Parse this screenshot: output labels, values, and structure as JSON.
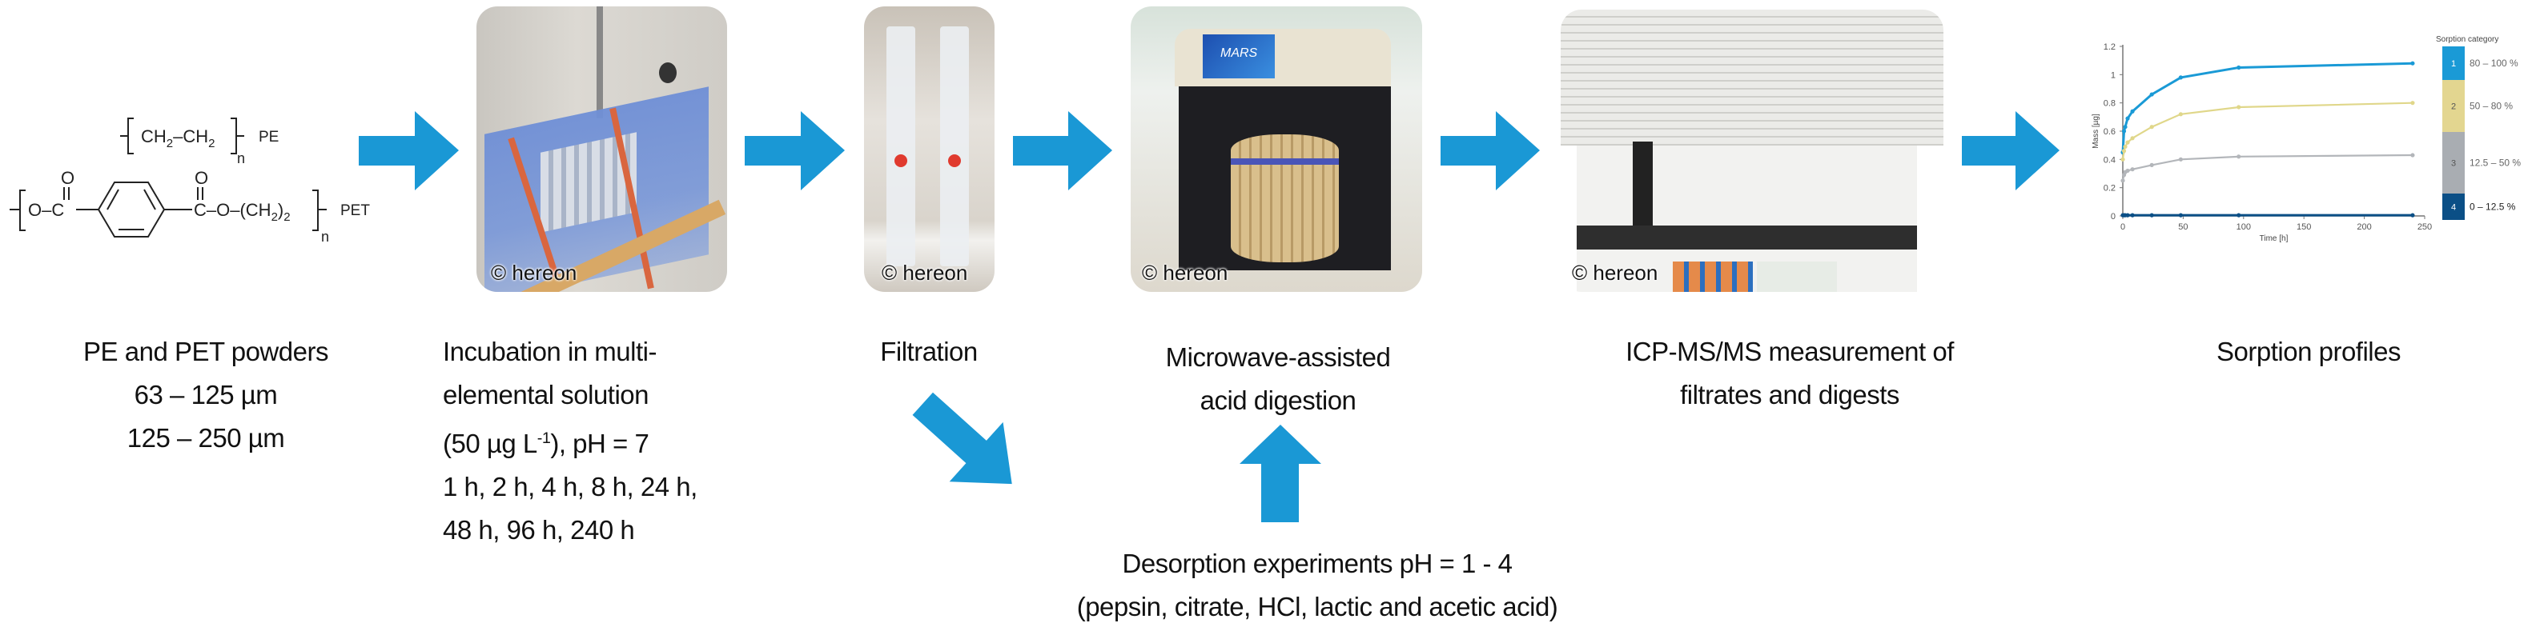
{
  "colors": {
    "arrow": "#1a98d5",
    "cat1": "#1a9ad6",
    "cat2": "#e3d690",
    "cat3": "#a9adb2",
    "cat4": "#0b4f86"
  },
  "chemistry": {
    "pe": {
      "ch_a": "CH",
      "sub_a": "2",
      "ch_b": "–CH",
      "sub_b": "2",
      "n": "n",
      "label": "PE"
    },
    "pet": {
      "o_left": "O–C",
      "carbonyl_o_1": "O",
      "c_right": "C–O–(CH",
      "sub_1": "2",
      "close": ")",
      "sub_2": "2",
      "carbonyl_o_2": "O",
      "n": "n",
      "label": "PET"
    }
  },
  "photos": [
    {
      "name": "incubation-photo",
      "credit": "© hereon"
    },
    {
      "name": "filtration-photo",
      "credit": "© hereon"
    },
    {
      "name": "microwave-photo",
      "credit": "© hereon",
      "screen_text": "MARS"
    },
    {
      "name": "icp-ms-photo",
      "credit": "© hereon"
    }
  ],
  "steps": {
    "powders": [
      "PE and PET powders",
      "63 – 125 µm",
      "125 – 250 µm"
    ],
    "incubation": [
      "Incubation in multi-",
      "elemental solution",
      "(50 µg L",
      "-1",
      "), pH = 7",
      "1 h, 2 h, 4 h, 8 h, 24 h,",
      "48 h, 96 h, 240 h"
    ],
    "filtration": [
      "Filtration"
    ],
    "digestion": [
      "Microwave-assisted",
      "acid digestion"
    ],
    "icp": [
      "ICP-MS/MS measurement of",
      "filtrates and digests"
    ],
    "sorption": [
      "Sorption profiles"
    ],
    "desorption": [
      "Desorption experiments pH = 1 - 4",
      "(pepsin, citrate, HCl, lactic and acetic acid)"
    ]
  },
  "chart_data": {
    "type": "line",
    "title": "",
    "xlabel": "Time [h]",
    "ylabel": "Mass [µg]",
    "xlim": [
      0,
      250
    ],
    "ylim": [
      0,
      1.2
    ],
    "xticks": [
      0,
      50,
      100,
      150,
      200,
      250
    ],
    "yticks": [
      0,
      0.2,
      0.4,
      0.6,
      0.8,
      1,
      1.2
    ],
    "x": [
      0,
      1,
      2,
      4,
      8,
      24,
      48,
      96,
      240
    ],
    "series": [
      {
        "name": "1",
        "category": "80 – 100 %",
        "color": "#1a9ad6",
        "values": [
          0.45,
          0.6,
          0.63,
          0.69,
          0.74,
          0.86,
          0.98,
          1.05,
          1.08
        ]
      },
      {
        "name": "2",
        "category": "50 – 80 %",
        "color": "#e0d78a",
        "values": [
          0.4,
          0.46,
          0.49,
          0.52,
          0.55,
          0.63,
          0.72,
          0.77,
          0.8
        ]
      },
      {
        "name": "3",
        "category": "12.5 – 50 %",
        "color": "#b3b6ba",
        "values": [
          0.25,
          0.29,
          0.31,
          0.32,
          0.33,
          0.36,
          0.4,
          0.42,
          0.43
        ]
      },
      {
        "name": "4",
        "category": "0 – 12.5 %",
        "color": "#0b4f86",
        "values": [
          0.005,
          0.005,
          0.005,
          0.005,
          0.005,
          0.005,
          0.005,
          0.005,
          0.005
        ]
      }
    ],
    "legend": {
      "title": "Sorption category",
      "placement": "right"
    }
  }
}
